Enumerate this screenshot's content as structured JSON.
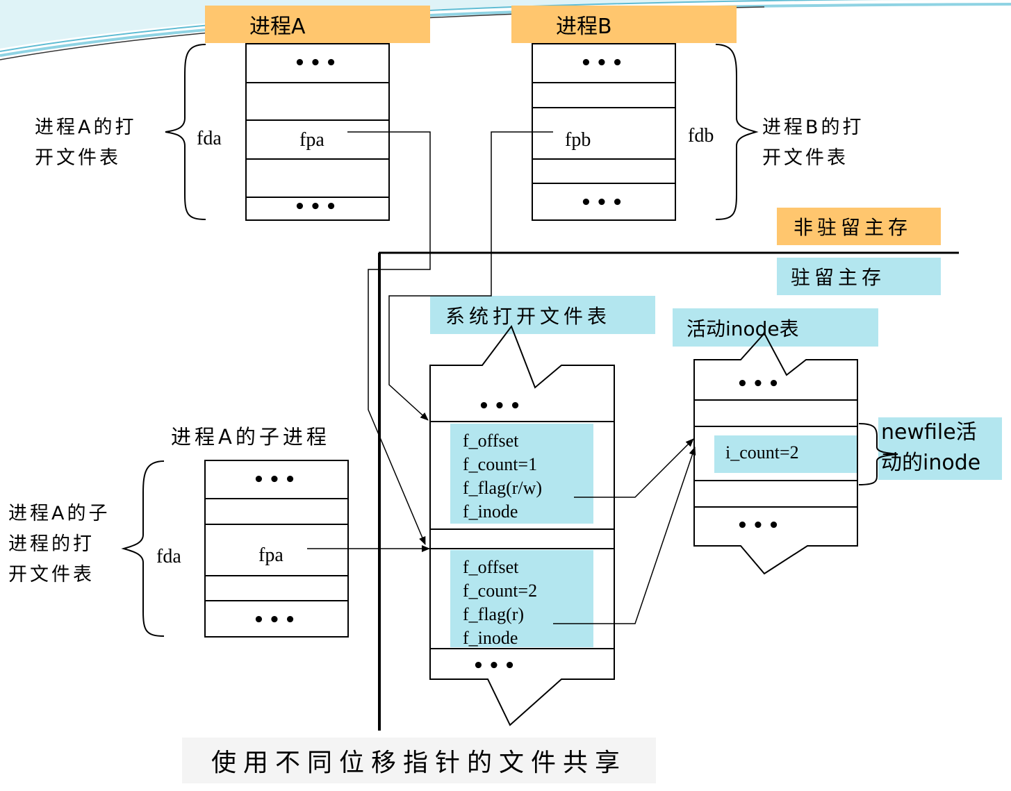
{
  "process_a": {
    "title": "进程A",
    "side_label": "进程A的打\n开文件表",
    "fd_label": "fda",
    "pointer_label": "fpa",
    "dots": "•••"
  },
  "process_b": {
    "title": "进程B",
    "side_label": "进程B的打\n开文件表",
    "fd_label": "fdb",
    "pointer_label": "fpb",
    "dots": "•••"
  },
  "child_process": {
    "title": "进程A的子进程",
    "side_label": "进程A的子\n进程的打\n开文件表",
    "fd_label": "fda",
    "pointer_label": "fpa",
    "dots": "•••"
  },
  "memory": {
    "non_resident": "非驻留主存",
    "resident": "驻留主存"
  },
  "system_table": {
    "title": "系统打开文件表",
    "dots": "•••",
    "entry1": [
      "f_offset",
      "f_count=1",
      "f_flag(r/w)",
      "f_inode"
    ],
    "entry2": [
      "f_offset",
      "f_count=2",
      "f_flag(r)",
      "f_inode"
    ]
  },
  "inode_table": {
    "title": "活动inode表",
    "dots": "•••",
    "field": "i_count=2",
    "side_label": "newfile活\n动的inode"
  },
  "caption": "使用不同位移指针的文件共享",
  "colors": {
    "orange": "#ffc66e",
    "cyan": "#b3e6ef"
  }
}
